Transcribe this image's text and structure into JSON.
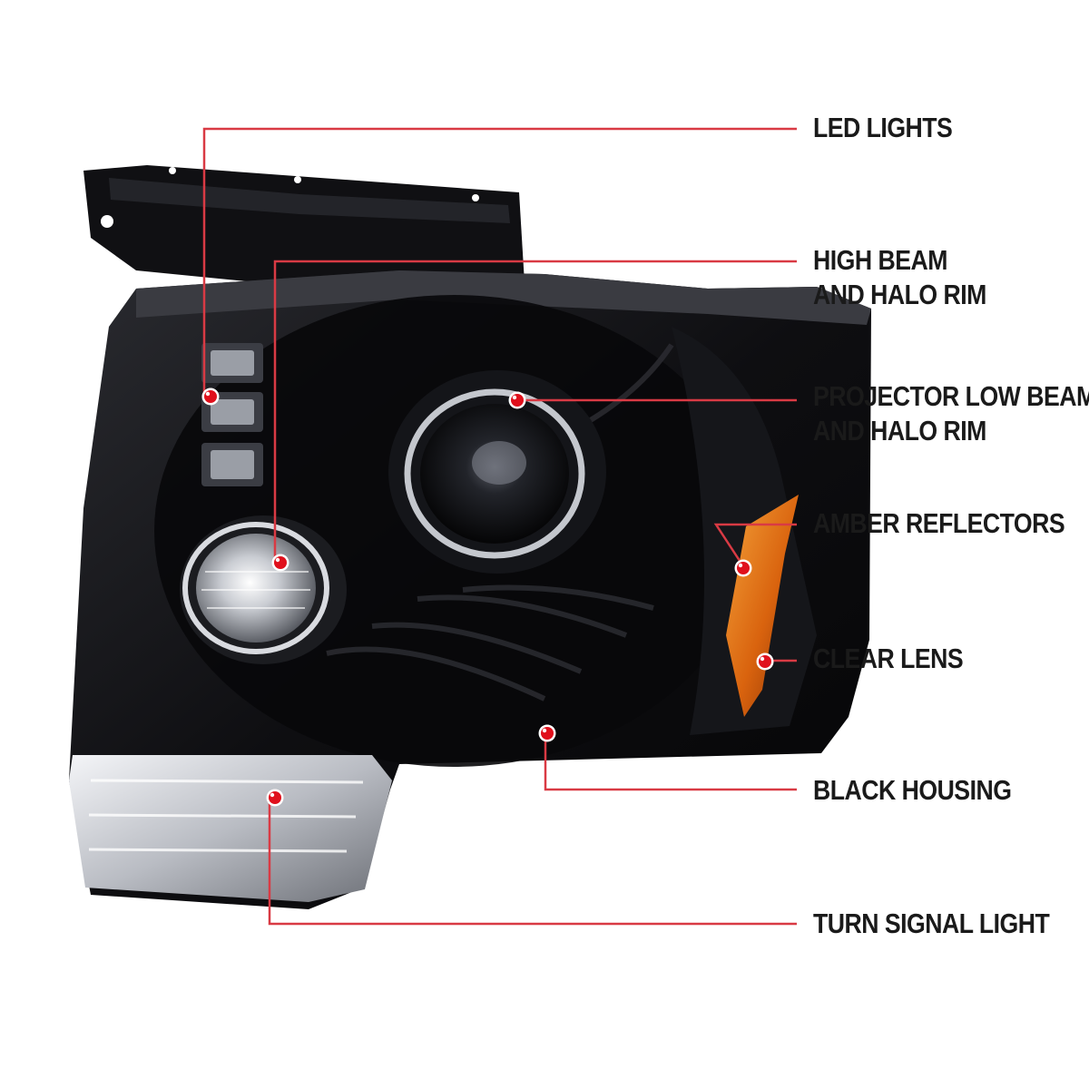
{
  "colors": {
    "leader": "#d93a44",
    "dot": "#e0101c",
    "housing": "#0c0c0e",
    "amber": "#e07818",
    "label": "#1a1a1a",
    "background": "#ffffff"
  },
  "callouts": [
    {
      "id": "led-lights",
      "lines": [
        "LED LIGHTS"
      ]
    },
    {
      "id": "high-beam",
      "lines": [
        "HIGH BEAM",
        "AND HALO RIM"
      ]
    },
    {
      "id": "projector-low-beam",
      "lines": [
        "PROJECTOR LOW BEAM",
        "AND HALO RIM"
      ]
    },
    {
      "id": "amber-reflectors",
      "lines": [
        "AMBER REFLECTORS"
      ]
    },
    {
      "id": "clear-lens",
      "lines": [
        "CLEAR LENS"
      ]
    },
    {
      "id": "black-housing",
      "lines": [
        "BLACK HOUSING"
      ]
    },
    {
      "id": "turn-signal-light",
      "lines": [
        "TURN SIGNAL LIGHT"
      ]
    }
  ]
}
